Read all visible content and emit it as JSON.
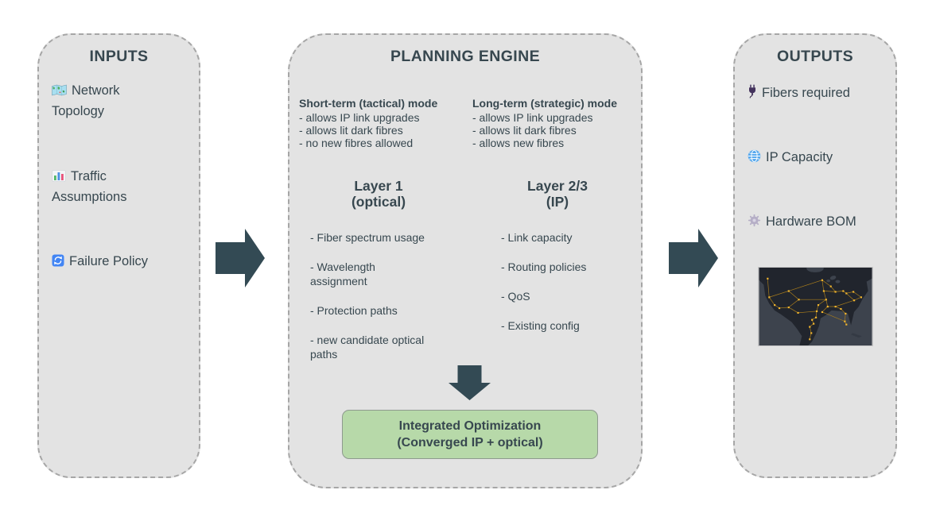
{
  "inputs": {
    "title": "INPUTS",
    "items": [
      {
        "icon": "world-map-icon",
        "label": "Network Topology"
      },
      {
        "icon": "bar-chart-icon",
        "label": "Traffic Assumptions"
      },
      {
        "icon": "refresh-icon",
        "label": "Failure Policy"
      }
    ]
  },
  "engine": {
    "title": "PLANNING ENGINE",
    "modes": [
      {
        "heading": "Short-term (tactical) mode",
        "bullets": [
          "- allows IP link upgrades",
          "- allows lit dark fibres",
          "- no new fibres allowed"
        ]
      },
      {
        "heading": "Long-term (strategic) mode",
        "bullets": [
          "- allows IP link upgrades",
          "- allows lit dark fibres",
          "- allows new fibres"
        ]
      }
    ],
    "layers": [
      {
        "title": "Layer 1",
        "subtitle": "(optical)",
        "items": [
          "- Fiber spectrum usage",
          "- Wavelength assignment",
          "- Protection paths",
          "- new candidate optical paths"
        ]
      },
      {
        "title": "Layer 2/3",
        "subtitle": "(IP)",
        "items": [
          "- Link capacity",
          "- Routing policies",
          "- QoS",
          "- Existing config"
        ]
      }
    ],
    "result": {
      "line1": "Integrated Optimization",
      "line2": "(Converged IP + optical)"
    }
  },
  "outputs": {
    "title": "OUTPUTS",
    "items": [
      {
        "icon": "plug-icon",
        "label": "Fibers required"
      },
      {
        "icon": "globe-icon",
        "label": "IP Capacity"
      },
      {
        "icon": "gear-icon",
        "label": "Hardware BOM"
      }
    ],
    "map_alt": "Dark map of North America with yellow network nodes and links"
  },
  "colors": {
    "panel_bg": "#e3e3e3",
    "panel_border": "#a6a6a6",
    "ink": "#37474f",
    "arrow": "#334a54",
    "result_bg": "#b7d9a9",
    "result_border": "#8e9a8e",
    "map_ocean": "#3d434d",
    "map_land": "#21252d",
    "map_node": "#f3b72f",
    "map_edge": "#a87c1c"
  }
}
